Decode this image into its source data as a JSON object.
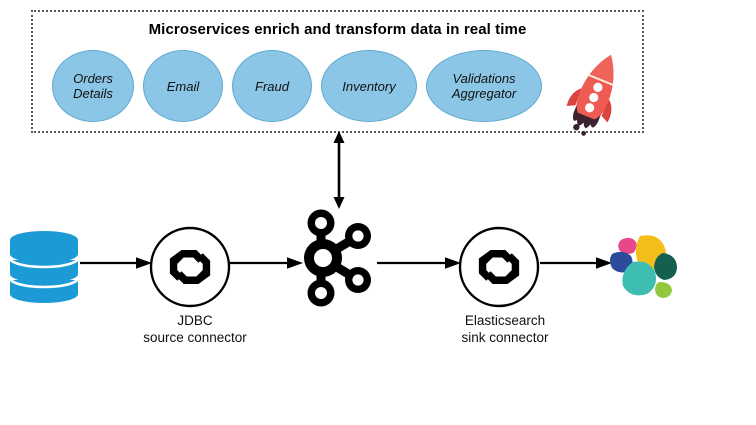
{
  "diagram": {
    "title": "Microservices enrich and transform data in real time",
    "microservices_box": {
      "border_style": "dotted",
      "services": [
        {
          "label": "Orders\nDetails",
          "name": "orders-details"
        },
        {
          "label": "Email",
          "name": "email"
        },
        {
          "label": "Fraud",
          "name": "fraud"
        },
        {
          "label": "Inventory",
          "name": "inventory"
        },
        {
          "label": "Validations\nAggregator",
          "name": "validations-aggregator"
        }
      ],
      "decoration": "rocket-emoji"
    },
    "pipeline": {
      "nodes": [
        {
          "name": "database",
          "icon": "database-cylinder-icon",
          "label": ""
        },
        {
          "name": "jdbc-source-connector",
          "icon": "kafka-connect-icon",
          "label": "JDBC\nsource connector"
        },
        {
          "name": "kafka",
          "icon": "apache-kafka-logo",
          "label": ""
        },
        {
          "name": "elasticsearch-sink-connector",
          "icon": "kafka-connect-icon",
          "label": "Elasticsearch\nsink connector"
        },
        {
          "name": "elasticsearch",
          "icon": "elasticsearch-logo",
          "label": ""
        }
      ],
      "connections": [
        {
          "from": "database",
          "to": "jdbc-source-connector",
          "direction": "right"
        },
        {
          "from": "jdbc-source-connector",
          "to": "kafka",
          "direction": "right"
        },
        {
          "from": "kafka",
          "to": "elasticsearch-sink-connector",
          "direction": "right"
        },
        {
          "from": "elasticsearch-sink-connector",
          "to": "elasticsearch",
          "direction": "right"
        },
        {
          "from": "kafka",
          "to": "microservices-box",
          "direction": "bidirectional-vertical"
        }
      ]
    },
    "colors": {
      "ellipse_fill": "#8CC6E6",
      "ellipse_stroke": "#5FA8CF",
      "database_blue": "#1C9AD6",
      "rocket_red": "#E8544B",
      "arrow_black": "#000000",
      "es_yellow": "#F4BD19",
      "es_teal": "#3EBEB0",
      "es_blue": "#2B4B9B",
      "es_pink": "#E7478B",
      "es_darkgreen": "#13604E",
      "es_lightgreen": "#93C83E"
    }
  }
}
